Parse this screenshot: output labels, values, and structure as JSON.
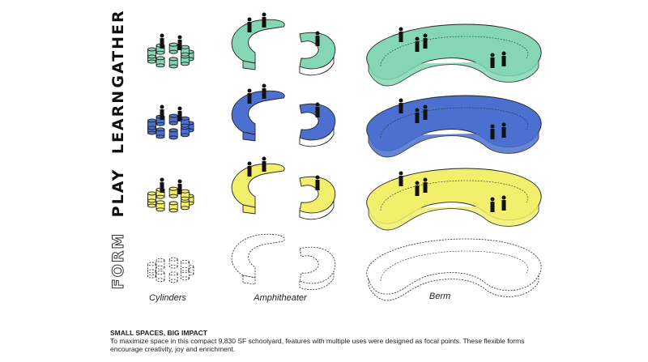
{
  "rows": [
    {
      "label": "GATHER",
      "color": "#84d6b4"
    },
    {
      "label": "LEARN",
      "color": "#4c70d0"
    },
    {
      "label": "PLAY",
      "color": "#f1ef6c"
    },
    {
      "label": "FORM",
      "color": "none"
    }
  ],
  "columns": [
    "Cylinders",
    "Amphitheater",
    "Berm"
  ],
  "caption": {
    "title": "SMALL SPACES, BIG IMPACT",
    "body": "To maximize space in this compact 9,830 SF schoolyard, features with multiple uses were designed as focal points. These flexible forms encourage creativity, joy and enrichment."
  }
}
